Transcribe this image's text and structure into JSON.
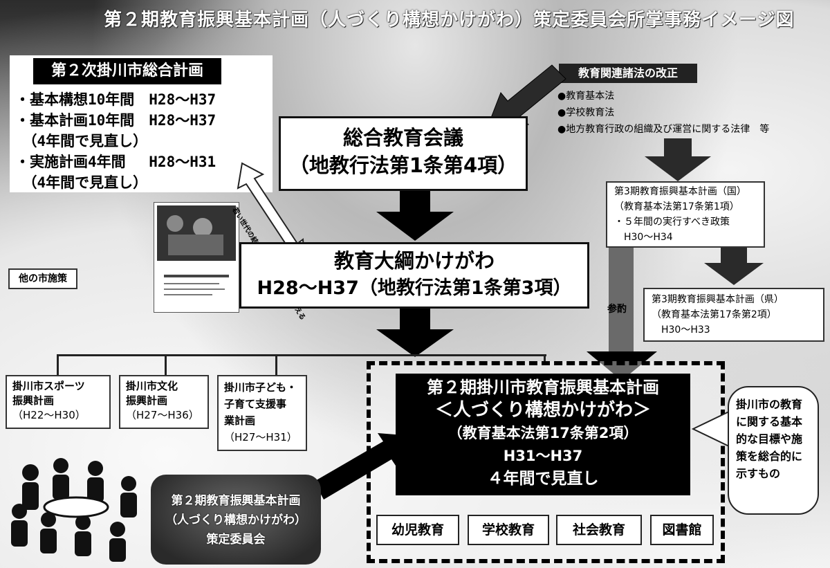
{
  "title": "第２期教育振興基本計画（人づくり構想かけがわ）策定委員会所掌事務イメージ図",
  "plan": {
    "header": "第２次掛川市総合計画",
    "lines": [
      "・基本構想10年間　H28～H37",
      "・基本計画10年間　H28～H37",
      "　（4年間で見直し）",
      "・実施計画4年間　 H28～H31",
      "　（4年間で見直し）"
    ]
  },
  "reform": {
    "header": "教育関連諸法の改正",
    "items": [
      "●教育基本法",
      "●学校教育法",
      "●地方教育行政の組織及び運営に関する法律　等"
    ]
  },
  "council": {
    "line1": "総合教育会議",
    "line2": "（地教行法第1条第4項）"
  },
  "taiko": {
    "line1": "教育大綱かけがわ",
    "line2": "H28～H37（地教行法第1条第3項）"
  },
  "national_plan": {
    "lines": [
      "第3期教育振興基本計画（国）",
      "（教育基本法第17条第1項）",
      "・５年間の実行すべき政策",
      "　H30～H34"
    ]
  },
  "pref_plan": {
    "lines": [
      "第3期教育振興基本計画（県）",
      "（教育基本法第17条第2項）",
      "　H30～H33"
    ]
  },
  "sanshaku": "参酌",
  "other_policy": "他の市施策",
  "youth_arrow_text": "若い世代の結婚・子育ての希望をかなえる",
  "side_plans": [
    {
      "lines": [
        "掛川市スポーツ",
        "振興計画",
        "（H22～H30）"
      ]
    },
    {
      "lines": [
        "掛川市文化",
        "振興計画",
        "（H27～H36）"
      ]
    },
    {
      "lines": [
        "掛川市子ども・",
        "子育て支援事",
        "業計画",
        "（H27～H31）"
      ]
    }
  ],
  "main_plan": {
    "lines": [
      "第２期掛川市教育振興基本計画",
      "＜人づくり構想かけがわ＞",
      "（教育基本法第17条第2項）",
      "H31～H37",
      "４年間で見直し"
    ]
  },
  "sub_items": [
    "幼児教育",
    "学校教育",
    "社会教育",
    "図書館"
  ],
  "callout": "掛川市の教育に関する基本的な目標や施策を総合的に示すもの",
  "committee": {
    "lines": [
      "第２期教育振興基本計画",
      "（人づくり構想かけがわ）",
      "策定委員会"
    ]
  }
}
